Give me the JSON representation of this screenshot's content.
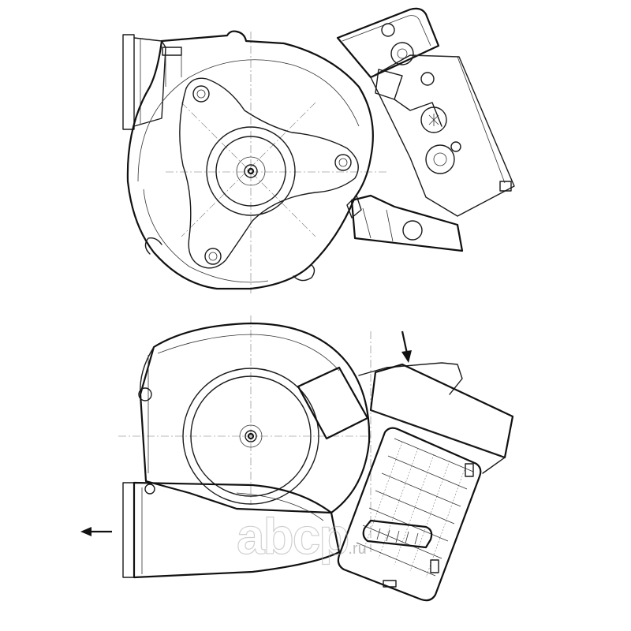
{
  "watermark": {
    "brand": "abcp",
    "suffix": ".ru"
  },
  "colors": {
    "ink": "#1a1a1a",
    "background": "#ffffff",
    "watermark": "#aaaaaa"
  },
  "views": [
    {
      "id": "top",
      "description_visible": false
    },
    {
      "id": "bottom",
      "description_visible": false
    }
  ]
}
